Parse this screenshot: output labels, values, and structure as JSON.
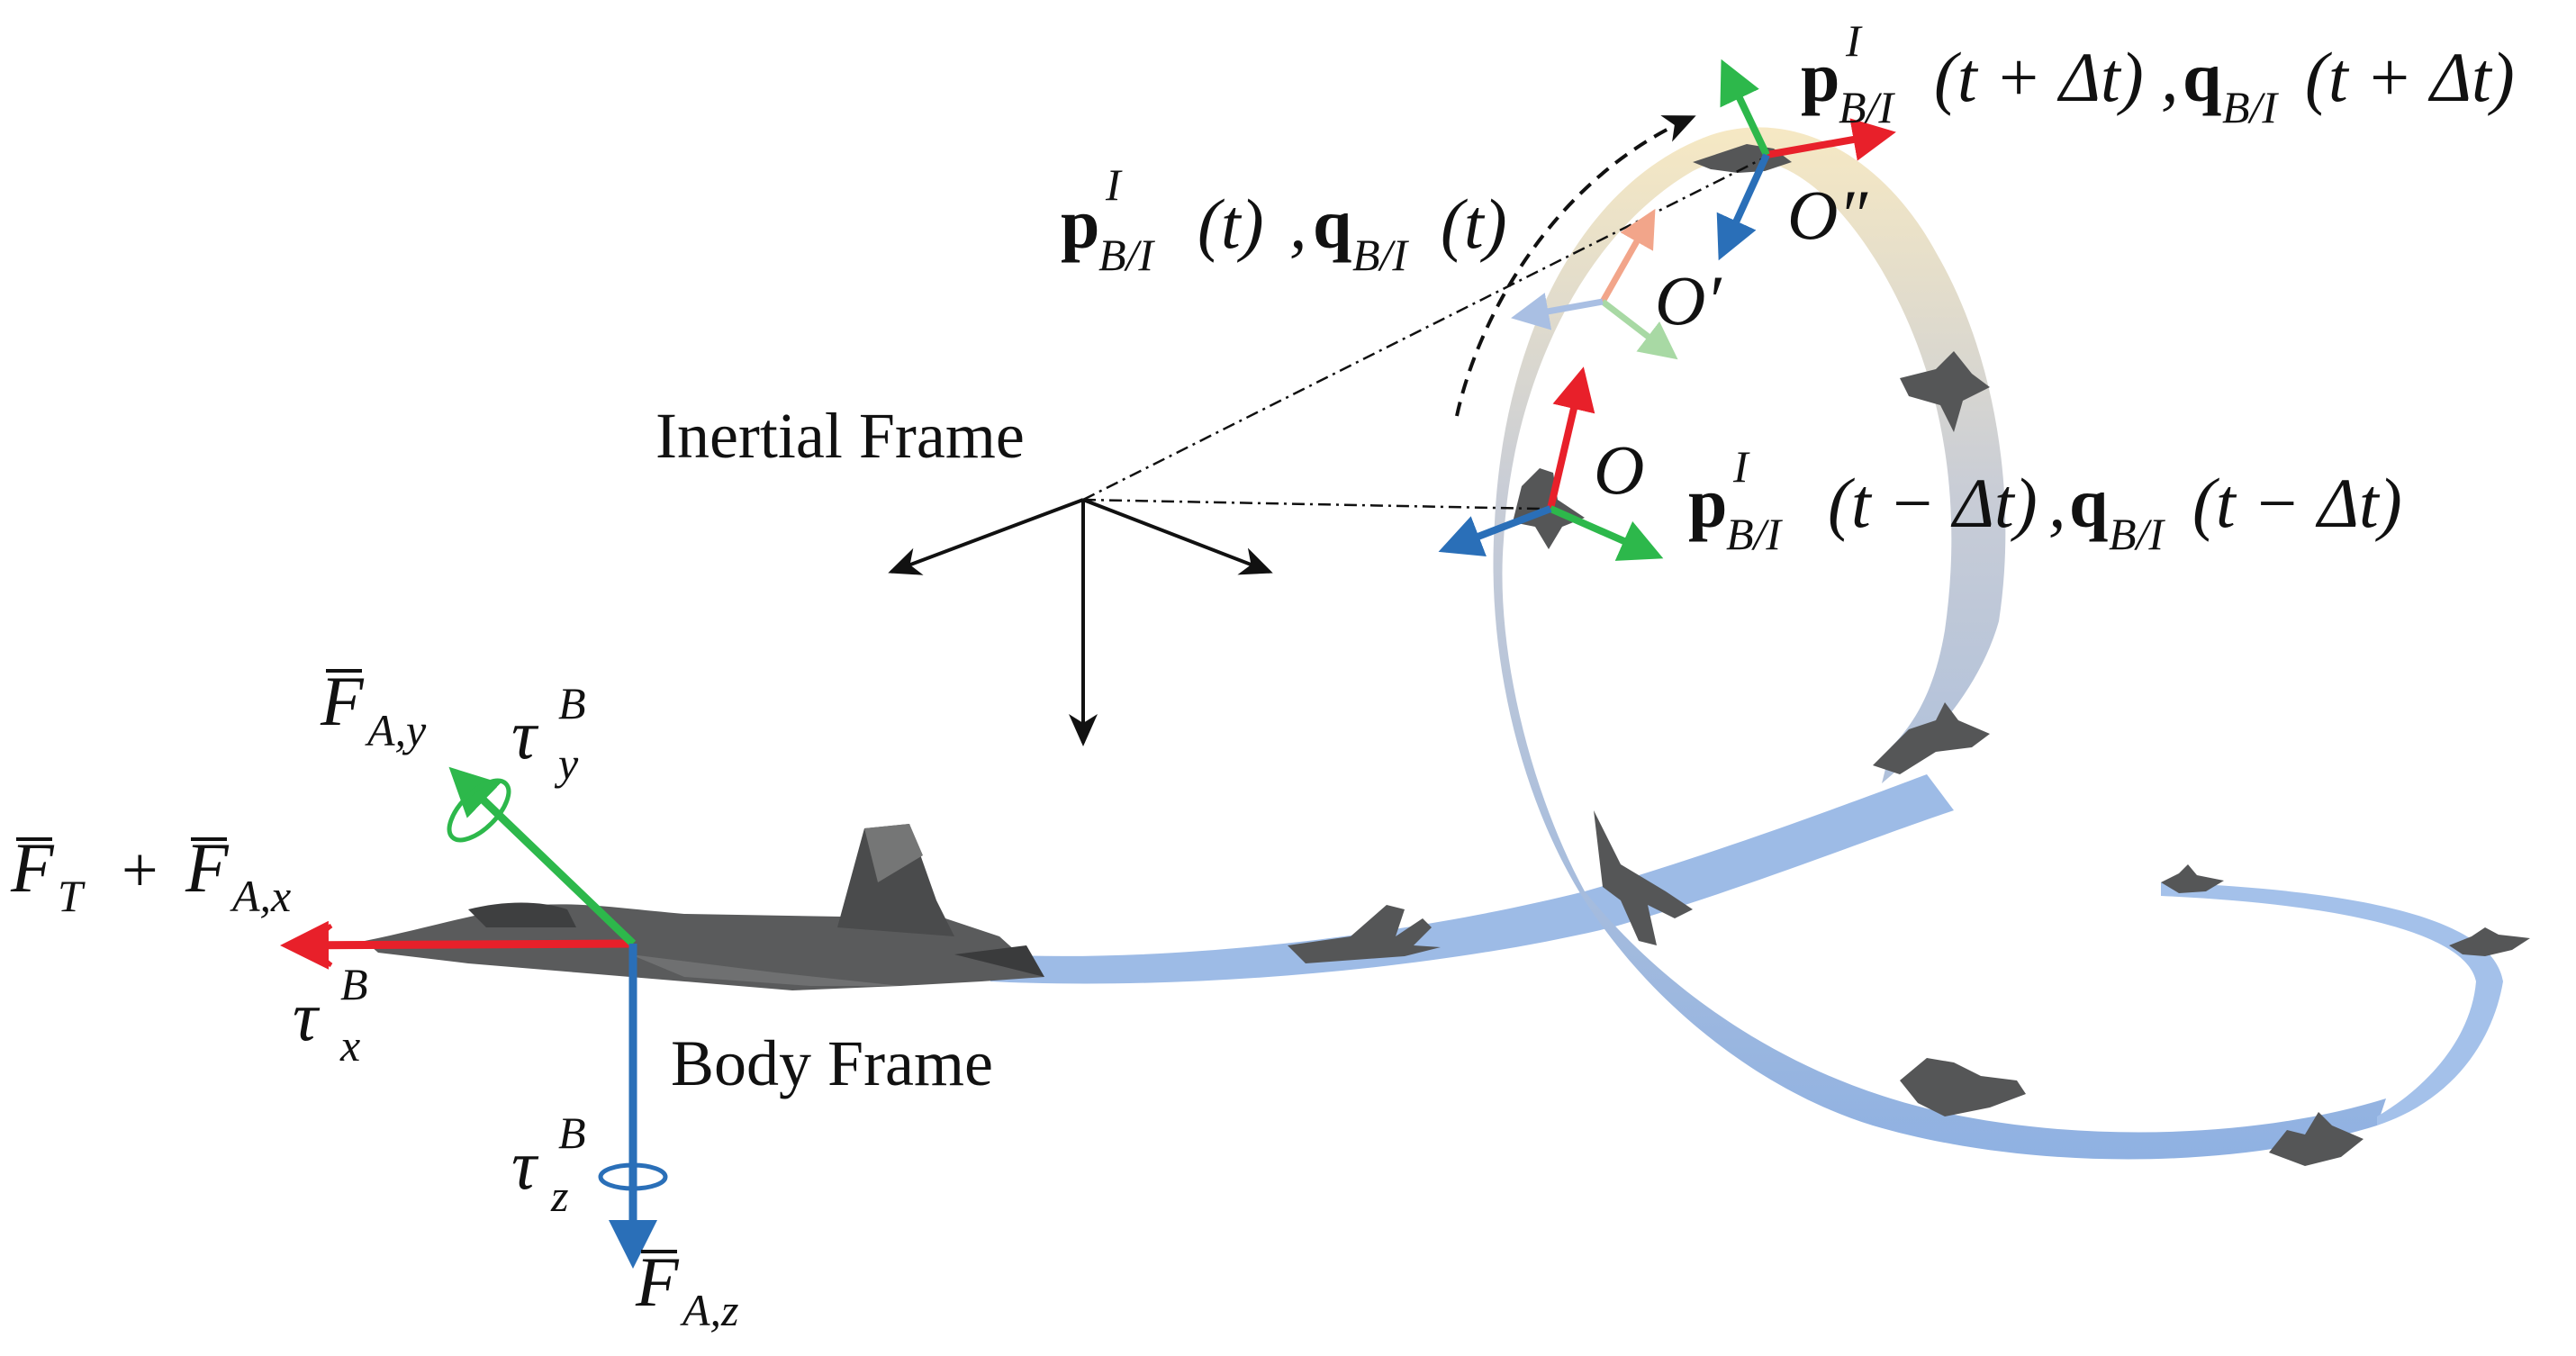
{
  "labels": {
    "inertial_frame": "Inertial Frame",
    "body_frame": "Body Frame",
    "origin_O": "O",
    "origin_O_prime": "O′",
    "origin_O_dprime": "O″"
  },
  "state_labels": {
    "current": {
      "p": "p",
      "p_sup": "I",
      "p_sub": "B/I",
      "arg": "(t)",
      "sep": ",",
      "q": "q",
      "q_sub": "B/I"
    },
    "next": {
      "p": "p",
      "p_sup": "I",
      "p_sub": "B/I",
      "arg": "(t + Δt)",
      "sep": ",",
      "q": "q",
      "q_sub": "B/I"
    },
    "previous": {
      "p": "p",
      "p_sup": "I",
      "p_sub": "B/I",
      "arg": "(t − Δt)",
      "sep": ",",
      "q": "q",
      "q_sub": "B/I"
    }
  },
  "forces": {
    "thrust_plus_ax": {
      "F1": "F",
      "F1_sub": "T",
      "plus": "+",
      "F2": "F",
      "F2_sub": "A,x"
    },
    "ay": {
      "F": "F",
      "sub": "A,y"
    },
    "az": {
      "F": "F",
      "sub": "A,z"
    }
  },
  "torques": {
    "x": {
      "tau": "τ",
      "sup": "B",
      "sub": "x"
    },
    "y": {
      "tau": "τ",
      "sup": "B",
      "sub": "y"
    },
    "z": {
      "tau": "τ",
      "sup": "B",
      "sub": "z"
    }
  },
  "colors": {
    "x_axis": "#e8202a",
    "y_axis": "#2db84b",
    "z_axis": "#2a6fb8",
    "trajectory_start": "#f3e4bd",
    "trajectory_end": "#8caee0",
    "aircraft": "#4f5050",
    "axes_black": "#111111"
  }
}
